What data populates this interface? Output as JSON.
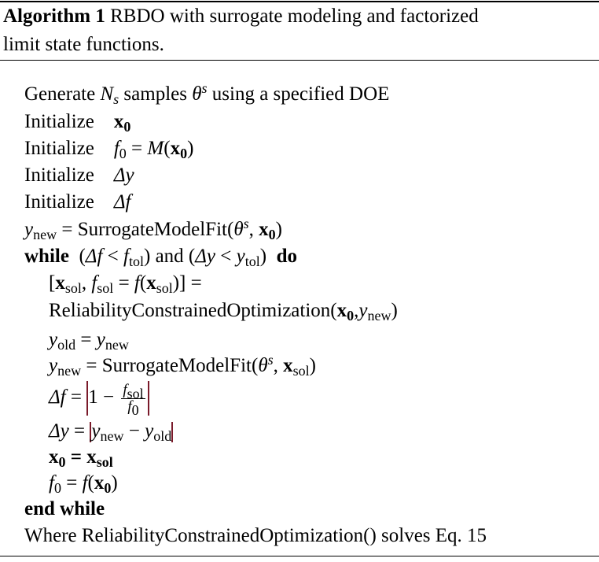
{
  "caption": {
    "label": "Algorithm 1",
    "text": " RBDO with surrogate modeling and factorized",
    "text2": "limit state functions."
  },
  "lines": {
    "l1": {
      "a": "Generate ",
      "Ns": "N",
      "Ns_sub": "s",
      "b": " samples ",
      "theta": "θ",
      "theta_sup": "s",
      "c": " using a specified DOE"
    },
    "init": "Initialize",
    "x0": "x",
    "x0_sub": "0",
    "f0": "f",
    "f0_sub": "0",
    "eq": " = ",
    "M": "M",
    "paren_open": "(",
    "paren_close": ")",
    "delta_y": "Δy",
    "delta_f": "Δf",
    "ynew": "y",
    "new": "new",
    "yold": "y",
    "old": "old",
    "surrogate": "SurrogateModelFit(",
    "theta": "θ",
    "theta_sup": "s",
    "while": "while",
    "do": "do",
    "and": " and ",
    "lt": " < ",
    "tol": "tol",
    "sol": "sol",
    "rco": "ReliabilityConstrainedOptimization(",
    "one": "1 − ",
    "minus": " − ",
    "end_while": "end while",
    "where": "Where ReliabilityConstrainedOptimization() solves Eq. 15"
  }
}
